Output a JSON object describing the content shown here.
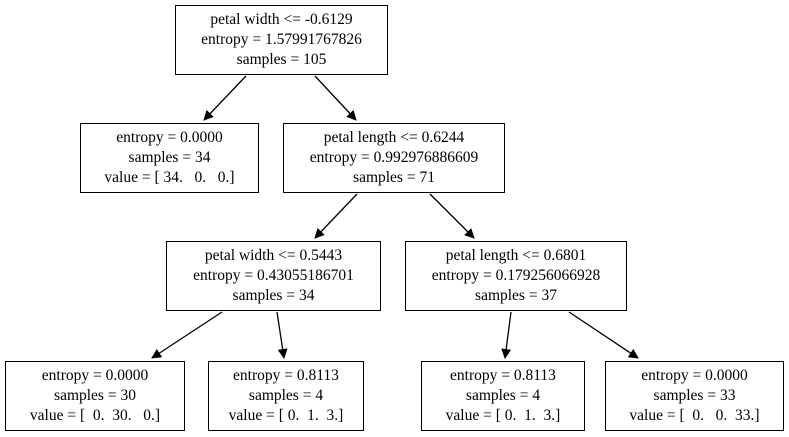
{
  "tree": {
    "nodes": [
      {
        "id": "n0",
        "lines": [
          "petal width <= -0.6129",
          "entropy = 1.57991767826",
          "samples = 105"
        ]
      },
      {
        "id": "n1",
        "lines": [
          "entropy = 0.0000",
          "samples = 34",
          "value = [ 34.   0.   0.]"
        ]
      },
      {
        "id": "n2",
        "lines": [
          "petal length <= 0.6244",
          "entropy = 0.992976886609",
          "samples = 71"
        ]
      },
      {
        "id": "n3",
        "lines": [
          "petal width <= 0.5443",
          "entropy = 0.43055186701",
          "samples = 34"
        ]
      },
      {
        "id": "n4",
        "lines": [
          "petal length <= 0.6801",
          "entropy = 0.179256066928",
          "samples = 37"
        ]
      },
      {
        "id": "n5",
        "lines": [
          "entropy = 0.0000",
          "samples = 30",
          "value = [  0.  30.   0.]"
        ]
      },
      {
        "id": "n6",
        "lines": [
          "entropy = 0.8113",
          "samples = 4",
          "value = [ 0.  1.  3.]"
        ]
      },
      {
        "id": "n7",
        "lines": [
          "entropy = 0.8113",
          "samples = 4",
          "value = [ 0.  1.  3.]"
        ]
      },
      {
        "id": "n8",
        "lines": [
          "entropy = 0.0000",
          "samples = 33",
          "value = [  0.   0.  33.]"
        ]
      }
    ],
    "edges": [
      {
        "from": "n0",
        "to": "n1"
      },
      {
        "from": "n0",
        "to": "n2"
      },
      {
        "from": "n2",
        "to": "n3"
      },
      {
        "from": "n2",
        "to": "n4"
      },
      {
        "from": "n3",
        "to": "n5"
      },
      {
        "from": "n3",
        "to": "n6"
      },
      {
        "from": "n4",
        "to": "n7"
      },
      {
        "from": "n4",
        "to": "n8"
      }
    ],
    "colors": {
      "border": "#000000",
      "edge": "#000000",
      "background": "#ffffff"
    }
  }
}
